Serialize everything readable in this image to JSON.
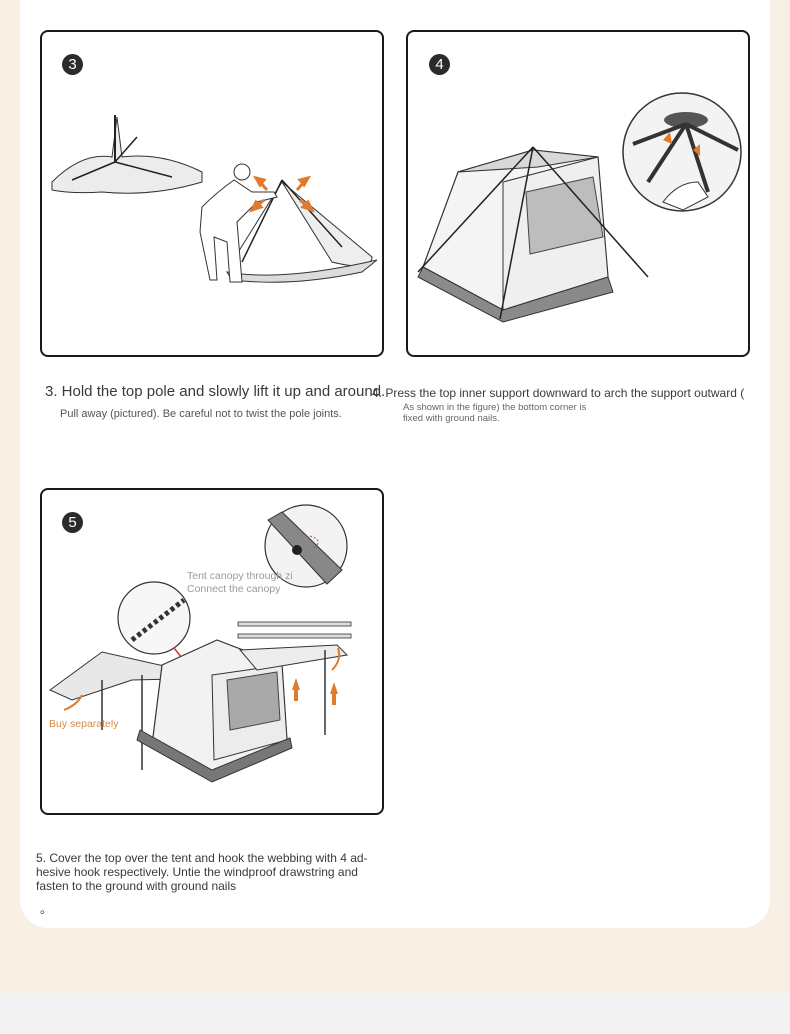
{
  "steps": [
    {
      "badge": "3",
      "caption_main": "3. Hold the top pole and slowly lift it up and around.",
      "caption_sub": "Pull away (pictured). Be careful not to twist the pole joints."
    },
    {
      "badge": "4",
      "caption_main": "4. Press the top inner support downward to arch the support outward (",
      "caption_sub_lines": [
        "As shown in the figure) the bottom corner is",
        "fixed with ground nails."
      ]
    },
    {
      "badge": "5",
      "labels": {
        "canopy_line1": "Tent canopy through zi",
        "canopy_line2": "Connect the canopy",
        "buy_separately": "Buy separately"
      },
      "caption_lines": [
        "5. Cover the top over the tent and hook the webbing with 4 ad-",
        "hesive hook respectively. Untie the windproof drawstring and",
        "fasten to the ground with ground nails"
      ],
      "trailing_mark": "。"
    }
  ],
  "colors": {
    "page_bg": "#f8f0e4",
    "card_bg": "#ffffff",
    "accent_orange": "#e07a2c",
    "badge": "#2b2b2b"
  }
}
